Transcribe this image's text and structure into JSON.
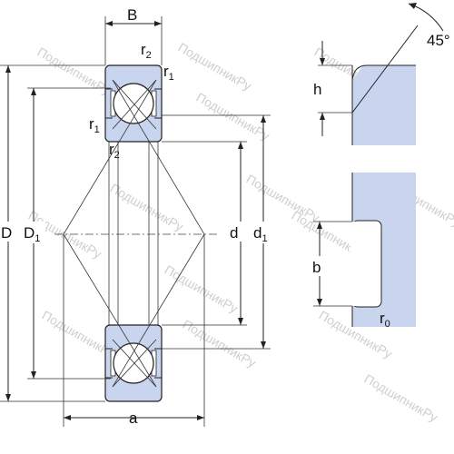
{
  "labels": {
    "B": "B",
    "r": "r",
    "sub1": "1",
    "sub2": "2",
    "sub0": "0",
    "D": "D",
    "D1": "D",
    "d": "d",
    "d1": "d",
    "a": "a",
    "h": "h",
    "b": "b",
    "angle": "45°"
  },
  "watermark": "ПодшипникРу",
  "colors": {
    "ring_fill": "#c9d4ee",
    "line": "#222222",
    "watermark": "#cfcfcf"
  }
}
